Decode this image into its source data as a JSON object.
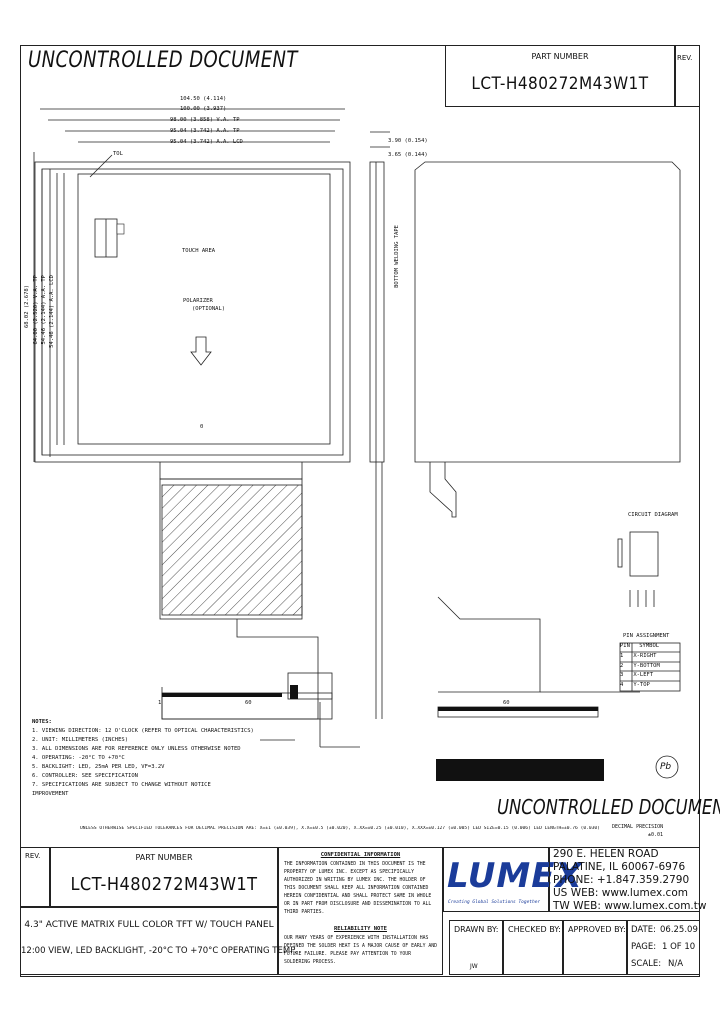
{
  "header": {
    "stamp": "UNCONTROLLED DOCUMENT",
    "part_number_label": "PART NUMBER",
    "part_number": "LCT-H480272M43W1T",
    "rev_label": "REV."
  },
  "drawing": {
    "tol_label": "TOL",
    "touch_label": "TOUCH AREA",
    "polarizer_label": "POLARIZER",
    "orientation_label": "(OPTIONAL)",
    "bottom_mark": "0",
    "pin_1": "1",
    "pin_60": "60",
    "pin_60_side": "60",
    "welding_tape": "BOTTOM WELDING TAPE",
    "dims_top": [
      "104.50 (4.114)",
      "100.00 (3.937)",
      "98.00 (3.858) V.A. TP",
      "95.04 (3.742) A.A. TP",
      "95.04 (3.742) A.A. LCD"
    ],
    "dims_left": [
      "68.02 (2.678)",
      "64.00 (2.520) V.A. TP",
      "54.46 (2.144) A.A. TP",
      "54.46 (2.144) A.A. LCD"
    ],
    "dims_side": [
      "3.90 (0.154)",
      "3.65 (0.144)"
    ],
    "circuit_label": "CIRCUIT DIAGRAM",
    "pin_table_title": "PIN ASSIGNMENT",
    "pin_table_header": [
      "PIN",
      "SYMBOL"
    ],
    "pin_table_rows": [
      [
        "1",
        "X-RIGHT"
      ],
      [
        "2",
        "Y-BOTTOM"
      ],
      [
        "3",
        "X-LEFT"
      ],
      [
        "4",
        "Y-TOP"
      ]
    ],
    "stamp_lower": "UNCONTROLLED DOCUMENT",
    "pb_label": "Pb"
  },
  "notes": {
    "title": "NOTES:",
    "lines": [
      "1. VIEWING DIRECTION: 12 O'CLOCK (REFER TO OPTICAL CHARACTERISTICS)",
      "2. UNIT: MILLIMETERS (INCHES)",
      "3. ALL DIMENSIONS ARE FOR REFERENCE ONLY UNLESS OTHERWISE NOTED",
      "4. OPERATING: -20°C TO +70°C",
      "5. BACKLIGHT: LED, 25mA PER LED, VF=3.2V",
      "6. CONTROLLER: SEE SPECIFICATION",
      "7. SPECIFICATIONS ARE SUBJECT TO CHANGE WITHOUT NOTICE",
      "   IMPROVEMENT"
    ],
    "tolerance_line": "UNLESS OTHERWISE SPECIFIED TOLERANCES FOR DECIMAL PRECISION ARE: X=±1 (±0.039), X.X=±0.5 (±0.020), X.XX=±0.25 (±0.010), X.XXX=±0.127 (±0.005)  LED SIZE=0.15 (0.006)  LED LENGTH=±0.76 (0.030)",
    "precision_label": "DECIMAL PRECISION",
    "precision_value": "±0.01"
  },
  "title_block": {
    "rev_label": "REV.",
    "part_number_label": "PART NUMBER",
    "part_number": "LCT-H480272M43W1T",
    "conf_title": "CONFIDENTIAL INFORMATION",
    "conf_text": "THE INFORMATION CONTAINED IN THIS DOCUMENT IS THE PROPERTY OF LUMEX INC. EXCEPT AS SPECIFICALLY AUTHORIZED IN WRITING BY LUMEX INC. THE HOLDER OF THIS DOCUMENT SHALL KEEP ALL INFORMATION CONTAINED HEREIN CONFIDENTIAL AND SHALL PROTECT SAME IN WHOLE OR IN PART FROM DISCLOSURE AND DISSEMINATION TO ALL THIRD PARTIES.",
    "rel_title": "RELIABILITY NOTE",
    "rel_text": "OUR MANY YEARS OF EXPERIENCE WITH INSTALLATION HAS DEFINED THE SOLDER HEAT IS A MAJOR CAUSE OF EARLY AND FUTURE FAILURE. PLEASE PAY ATTENTION TO YOUR SOLDERING PROCESS.",
    "logo": "LUMEX",
    "tagline": "Creating Global Solutions Together",
    "address": [
      "290 E. HELEN ROAD",
      "PALATINE, IL  60067-6976",
      "PHONE: +1.847.359.2790",
      "US WEB: www.lumex.com",
      "TW WEB: www.lumex.com.tw"
    ],
    "description_1": "4.3\" ACTIVE MATRIX FULL COLOR TFT W/ TOUCH PANEL",
    "description_2": "12:00 VIEW, LED BACKLIGHT, -20°C TO +70°C OPERATING TEMP.",
    "drawn_by_label": "DRAWN BY:",
    "drawn_by": "JW",
    "checked_by_label": "CHECKED BY:",
    "approved_by_label": "APPROVED BY:",
    "date_label": "DATE:",
    "date": "06.25.09",
    "page_label": "PAGE:",
    "page": "1 OF 10",
    "scale_label": "SCALE:",
    "scale": "N/A"
  }
}
